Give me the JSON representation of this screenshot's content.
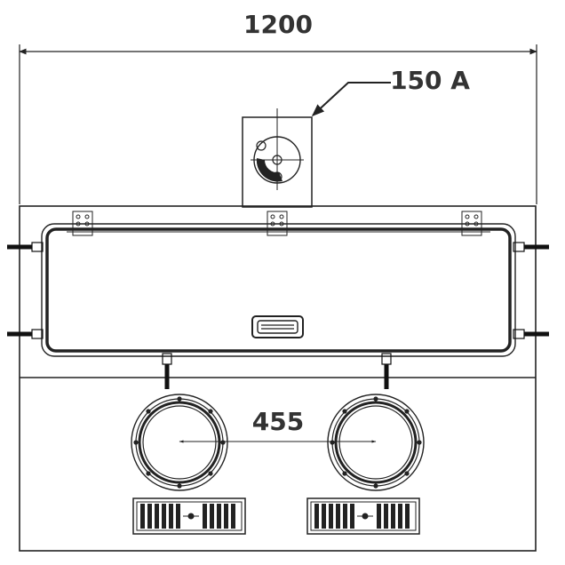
{
  "dimensions": {
    "overall_width": "1200",
    "duct_label": "150 A",
    "port_spacing": "455"
  },
  "colors": {
    "line": "#222222",
    "text": "#333333",
    "background": "#ffffff"
  }
}
